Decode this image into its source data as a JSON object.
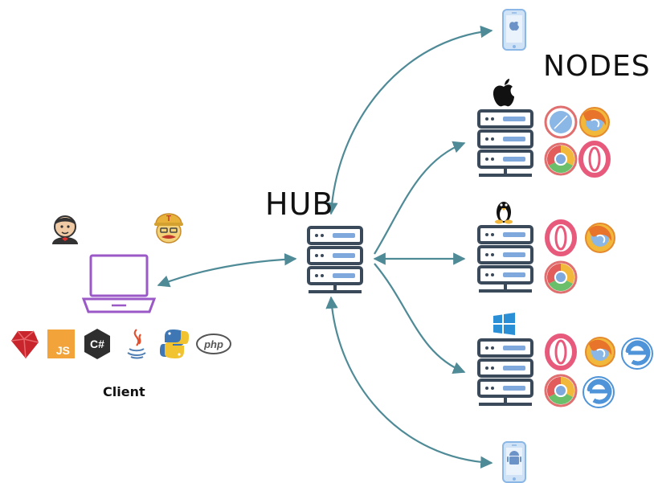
{
  "labels": {
    "hub": "HUB",
    "nodes": "NODES",
    "client": "Client"
  },
  "client_languages": {
    "js": "JS",
    "csharp": "C#",
    "php": "php"
  },
  "jenkins_badge": "T",
  "colors": {
    "arrow": "#4f8a97",
    "server_outline": "#3b4a5a",
    "server_bar": "#7fa9dc",
    "laptop": "#9b59c7",
    "device": "#8bb7e6"
  },
  "icons": {
    "clients": [
      "jenkins-icon",
      "tool-mascot-icon",
      "laptop-icon"
    ],
    "languages": [
      "ruby-icon",
      "javascript-icon",
      "csharp-icon",
      "java-icon",
      "python-icon",
      "php-icon"
    ],
    "node_os": [
      "apple-icon",
      "linux-icon",
      "windows-icon"
    ],
    "devices": [
      "iphone-icon",
      "android-phone-icon"
    ],
    "browsers": [
      "safari-icon",
      "firefox-icon",
      "chrome-icon",
      "opera-icon",
      "edge-icon"
    ]
  }
}
